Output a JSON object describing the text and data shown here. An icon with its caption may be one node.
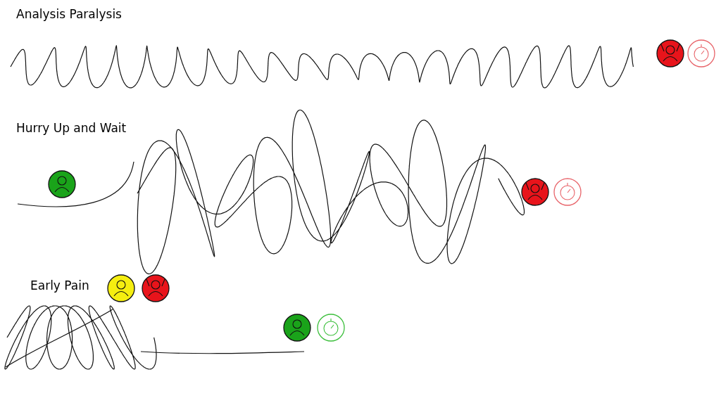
{
  "diagram": {
    "labels": [
      "Analysis Paralysis",
      "Hurry Up and Wait",
      "Early Pain"
    ]
  }
}
